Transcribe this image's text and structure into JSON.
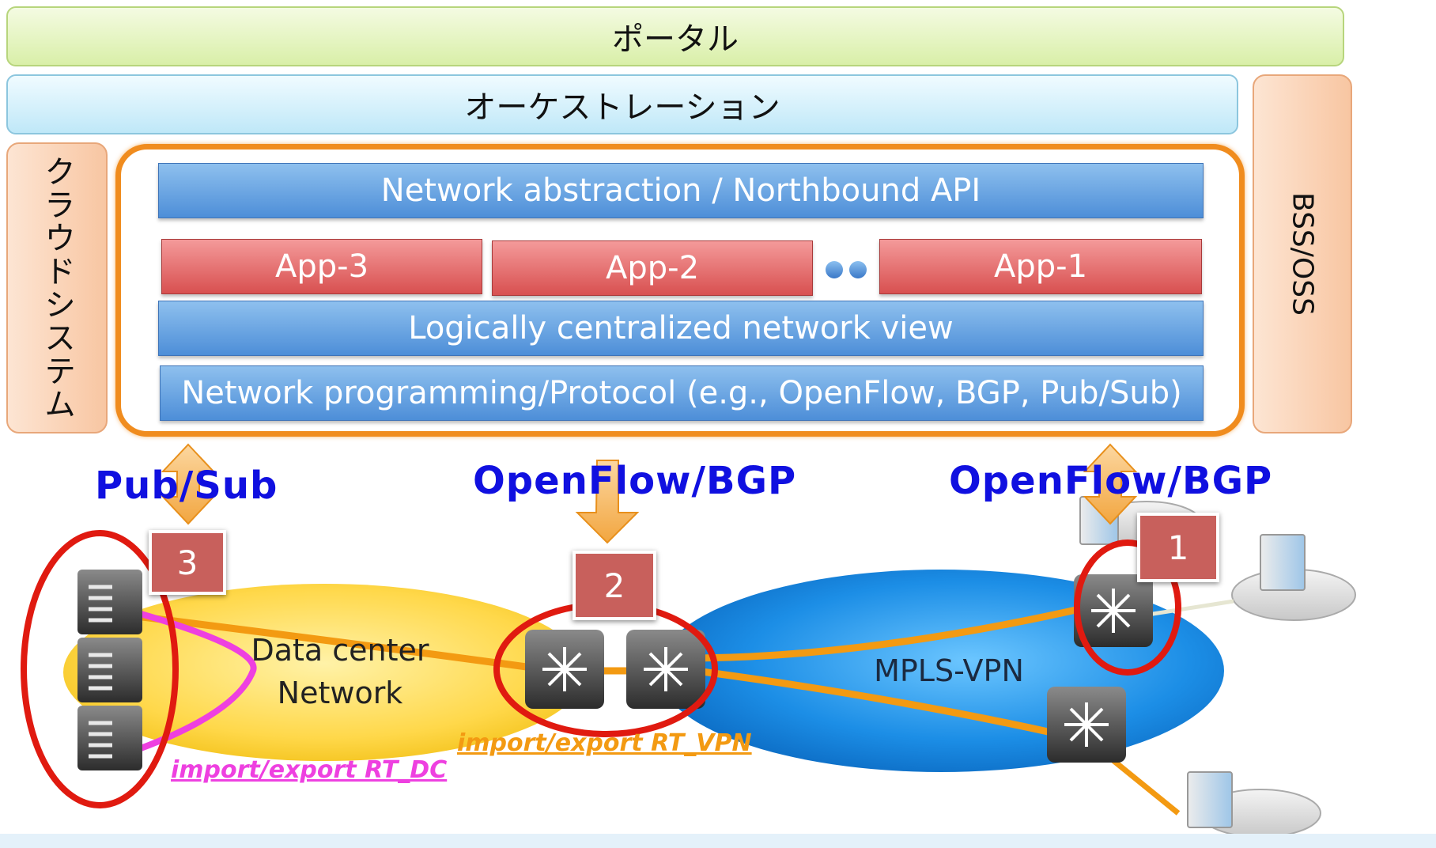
{
  "layers": {
    "portal": "ポータル",
    "orchestration": "オーケストレーション",
    "cloud_system": "クラウドシステム",
    "bss_oss": "BSS/OSS"
  },
  "controller": {
    "northbound": "Network abstraction / Northbound API",
    "apps": [
      "App-3",
      "App-2",
      "App-1"
    ],
    "network_view": "Logically centralized network view",
    "programming": "Network programming/Protocol (e.g., OpenFlow, BGP, Pub/Sub)"
  },
  "protocols": {
    "left": "Pub/Sub",
    "middle": "OpenFlow/BGP",
    "right": "OpenFlow/BGP"
  },
  "badges": [
    "3",
    "2",
    "1"
  ],
  "networks": {
    "datacenter_line1": "Data center",
    "datacenter_line2": "Network",
    "mpls": "MPLS-VPN"
  },
  "route_targets": {
    "vpn": "import/export RT_VPN",
    "dc": "import/export RT_DC"
  },
  "colors": {
    "orange": "#f08c1e",
    "magenta": "#ee40e0",
    "protocol_blue": "#1010e0",
    "highlight_red": "#e01a10"
  }
}
